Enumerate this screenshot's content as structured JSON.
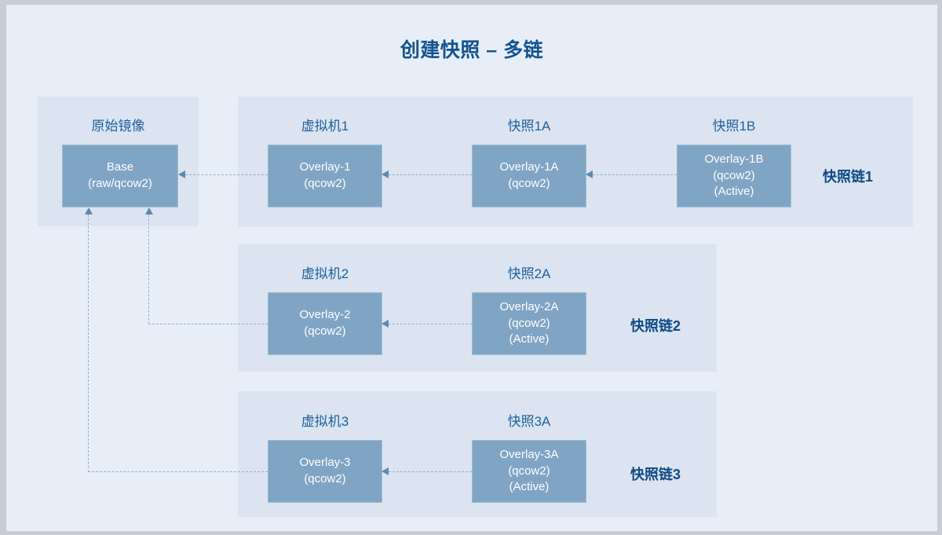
{
  "title": "创建快照 – 多链",
  "colors": {
    "page_background": "#e8eef8",
    "panel_background": "#dbe4f0",
    "box_fill": "#80a4c4",
    "box_border": "#9ebbd4",
    "title_color": "#13548f",
    "caption_color": "#1f5f9e",
    "connector_color": "#8fb0cd",
    "arrow_color": "#5d89ad"
  },
  "base_group": {
    "caption": "原始镜像",
    "box": {
      "line1": "Base",
      "line2": "(raw/qcow2)"
    }
  },
  "chains": [
    {
      "chain_label": "快照链1",
      "nodes": [
        {
          "caption": "虚拟机1",
          "line1": "Overlay-1",
          "line2": "(qcow2)",
          "line3": ""
        },
        {
          "caption": "快照1A",
          "line1": "Overlay-1A",
          "line2": "(qcow2)",
          "line3": ""
        },
        {
          "caption": "快照1B",
          "line1": "Overlay-1B",
          "line2": "(qcow2)",
          "line3": "(Active)"
        }
      ]
    },
    {
      "chain_label": "快照链2",
      "nodes": [
        {
          "caption": "虚拟机2",
          "line1": "Overlay-2",
          "line2": "(qcow2)",
          "line3": ""
        },
        {
          "caption": "快照2A",
          "line1": "Overlay-2A",
          "line2": "(qcow2)",
          "line3": "(Active)"
        }
      ]
    },
    {
      "chain_label": "快照链3",
      "nodes": [
        {
          "caption": "虚拟机3",
          "line1": "Overlay-3",
          "line2": "(qcow2)",
          "line3": ""
        },
        {
          "caption": "快照3A",
          "line1": "Overlay-3A",
          "line2": "(qcow2)",
          "line3": "(Active)"
        }
      ]
    }
  ]
}
